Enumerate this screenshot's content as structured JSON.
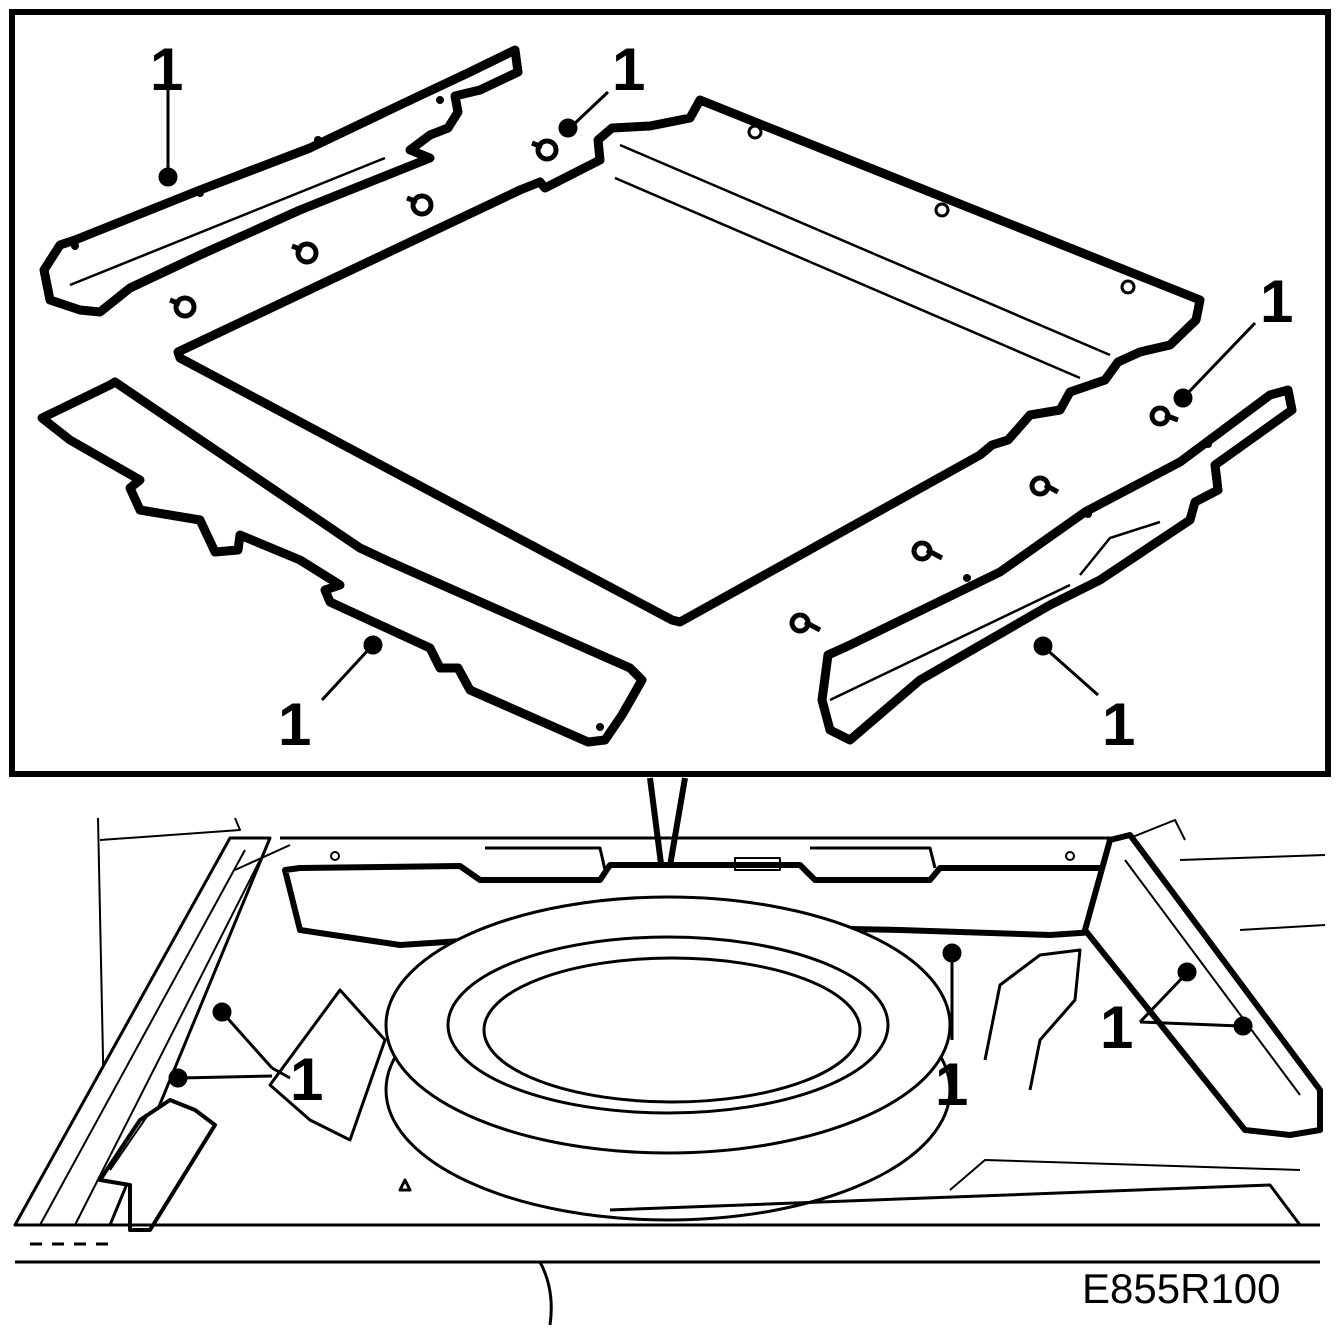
{
  "callouts": {
    "top_left": "1",
    "top_center": "1",
    "right_upper": "1",
    "bottom_left": "1",
    "bottom_right": "1",
    "lower_left": "1",
    "lower_center": "1",
    "lower_right": "1"
  },
  "reference_code": "E855R100"
}
